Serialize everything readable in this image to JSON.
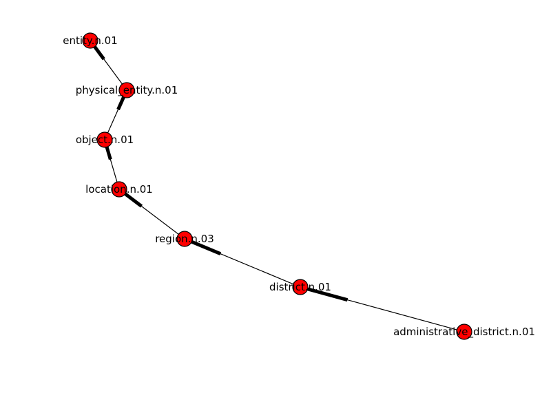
{
  "graph": {
    "node_color": "#ff0000",
    "edge_color": "#000000",
    "nodes": [
      {
        "id": "entity",
        "label": "entity.n.01"
      },
      {
        "id": "physical_entity",
        "label": "physical_entity.n.01"
      },
      {
        "id": "object",
        "label": "object.n.01"
      },
      {
        "id": "location",
        "label": "location.n.01"
      },
      {
        "id": "region",
        "label": "region.n.03"
      },
      {
        "id": "district",
        "label": "district.n.01"
      },
      {
        "id": "administrative_district",
        "label": "administrative_district.n.01"
      }
    ],
    "edges": [
      {
        "source": "physical_entity",
        "target": "entity"
      },
      {
        "source": "object",
        "target": "physical_entity"
      },
      {
        "source": "location",
        "target": "object"
      },
      {
        "source": "region",
        "target": "location"
      },
      {
        "source": "district",
        "target": "region"
      },
      {
        "source": "administrative_district",
        "target": "district"
      }
    ]
  }
}
